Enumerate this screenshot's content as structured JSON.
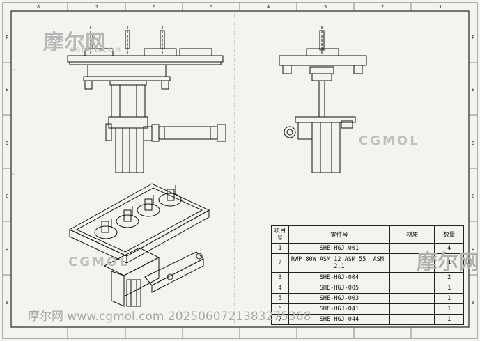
{
  "border": {
    "columns": [
      "8",
      "7",
      "6",
      "5",
      "4",
      "3",
      "2",
      "1"
    ],
    "rows": [
      "F",
      "E",
      "D",
      "C",
      "B",
      "A"
    ]
  },
  "watermarks": {
    "brand_cn": "摩尔网",
    "brand_en": "CGMOL",
    "cgmol_com": "CGMOL.COM",
    "footer": "摩尔网 www.cgmol.com 2025060721383275368"
  },
  "bom": {
    "headers": {
      "no": "项目号",
      "part": "零件号",
      "material": "材质",
      "qty": "数量"
    },
    "rows": [
      {
        "no": "1",
        "part": "SHE-HGJ-001",
        "material": "",
        "qty": "4"
      },
      {
        "no": "2",
        "part": "RWP_80W_ASM_12_ASM_55__ASM_2.1",
        "material": "",
        "qty": "4"
      },
      {
        "no": "3",
        "part": "SHE-HGJ-004",
        "material": "",
        "qty": "2"
      },
      {
        "no": "4",
        "part": "SHE-HGJ-005",
        "material": "",
        "qty": "1"
      },
      {
        "no": "5",
        "part": "SHE-HGJ-003",
        "material": "",
        "qty": "1"
      },
      {
        "no": "6",
        "part": "SHE-HGJ-041",
        "material": "",
        "qty": "1"
      },
      {
        "no": "7",
        "part": "SHE-HGJ-044",
        "material": "",
        "qty": "1"
      }
    ]
  },
  "colors": {
    "paper": "#f4f4ee",
    "line": "#222222",
    "watermark": "#bfbfbf"
  }
}
